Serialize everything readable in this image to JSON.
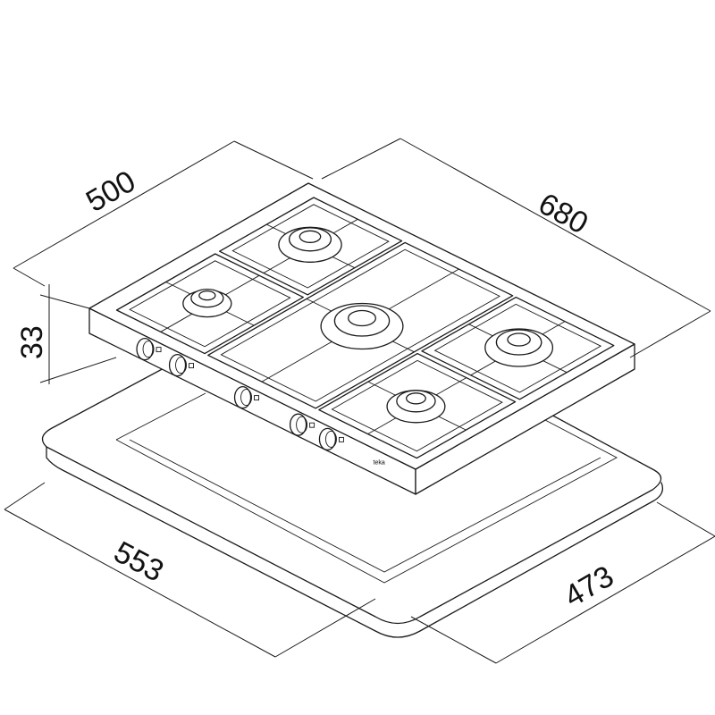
{
  "dimensions": {
    "depth": "500",
    "width": "680",
    "height": "33",
    "cutout_width": "553",
    "cutout_depth": "473"
  },
  "brand_logo": "teka"
}
